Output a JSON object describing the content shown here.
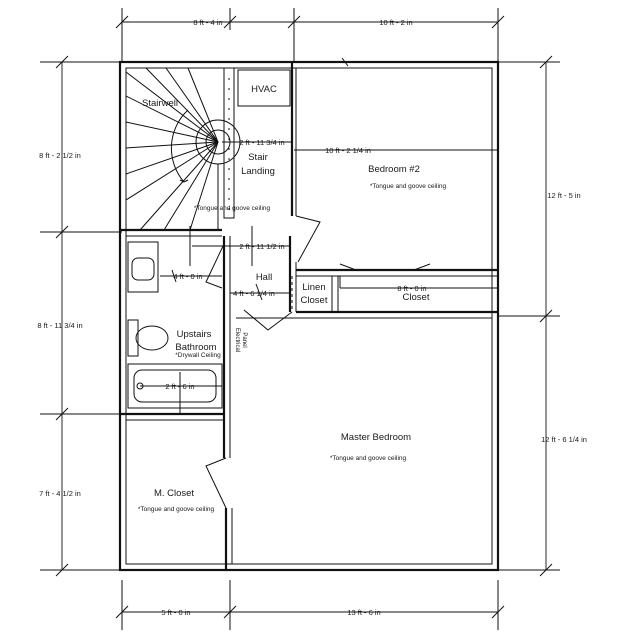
{
  "dimensions": {
    "top_left": "8 ft - 4 in",
    "top_right": "10 ft - 2 in",
    "bottom_left": "5 ft - 0 in",
    "bottom_right": "13 ft - 6 in",
    "left_top": "8 ft - 2 1/2 in",
    "left_middle": "8 ft - 11 3/4 in",
    "left_bottom": "7 ft - 4 1/2 in",
    "right_top": "12 ft - 5 in",
    "right_bottom": "12 ft - 6 1/4 in",
    "landing_width": "2 ft - 11 3/4 in",
    "bedroom2_width": "10 ft - 2 1/4 in",
    "hall_width": "2 ft - 11 1/2 in",
    "bath_width": "4 ft - 0 in",
    "hall_depth": "4 ft - 6 1/4 in",
    "closet_width": "8 ft - 0 in",
    "tub_width": "2 ft - 6 in"
  },
  "rooms": {
    "stairwell": "Stairwell",
    "hvac": "HVAC",
    "stair_landing_line1": "Stair",
    "stair_landing_line2": "Landing",
    "bedroom2": "Bedroom #2",
    "hall": "Hall",
    "linen_line1": "Linen",
    "linen_line2": "Closet",
    "closet": "Closet",
    "bathroom_line1": "Upstairs",
    "bathroom_line2": "Bathroom",
    "electrical_line1": "Electrical",
    "electrical_line2": "Panel",
    "master_bedroom": "Master Bedroom",
    "master_closet": "M. Closet"
  },
  "notes": {
    "stair_ceiling": "*Tongue and goove ceiling",
    "bedroom2_ceiling": "*Tongue and goove ceiling",
    "bath_ceiling": "*Drywall Ceiling",
    "master_ceiling": "*Tongue and goove ceiling",
    "closet_ceiling": "*Tongue and goove ceiling"
  }
}
